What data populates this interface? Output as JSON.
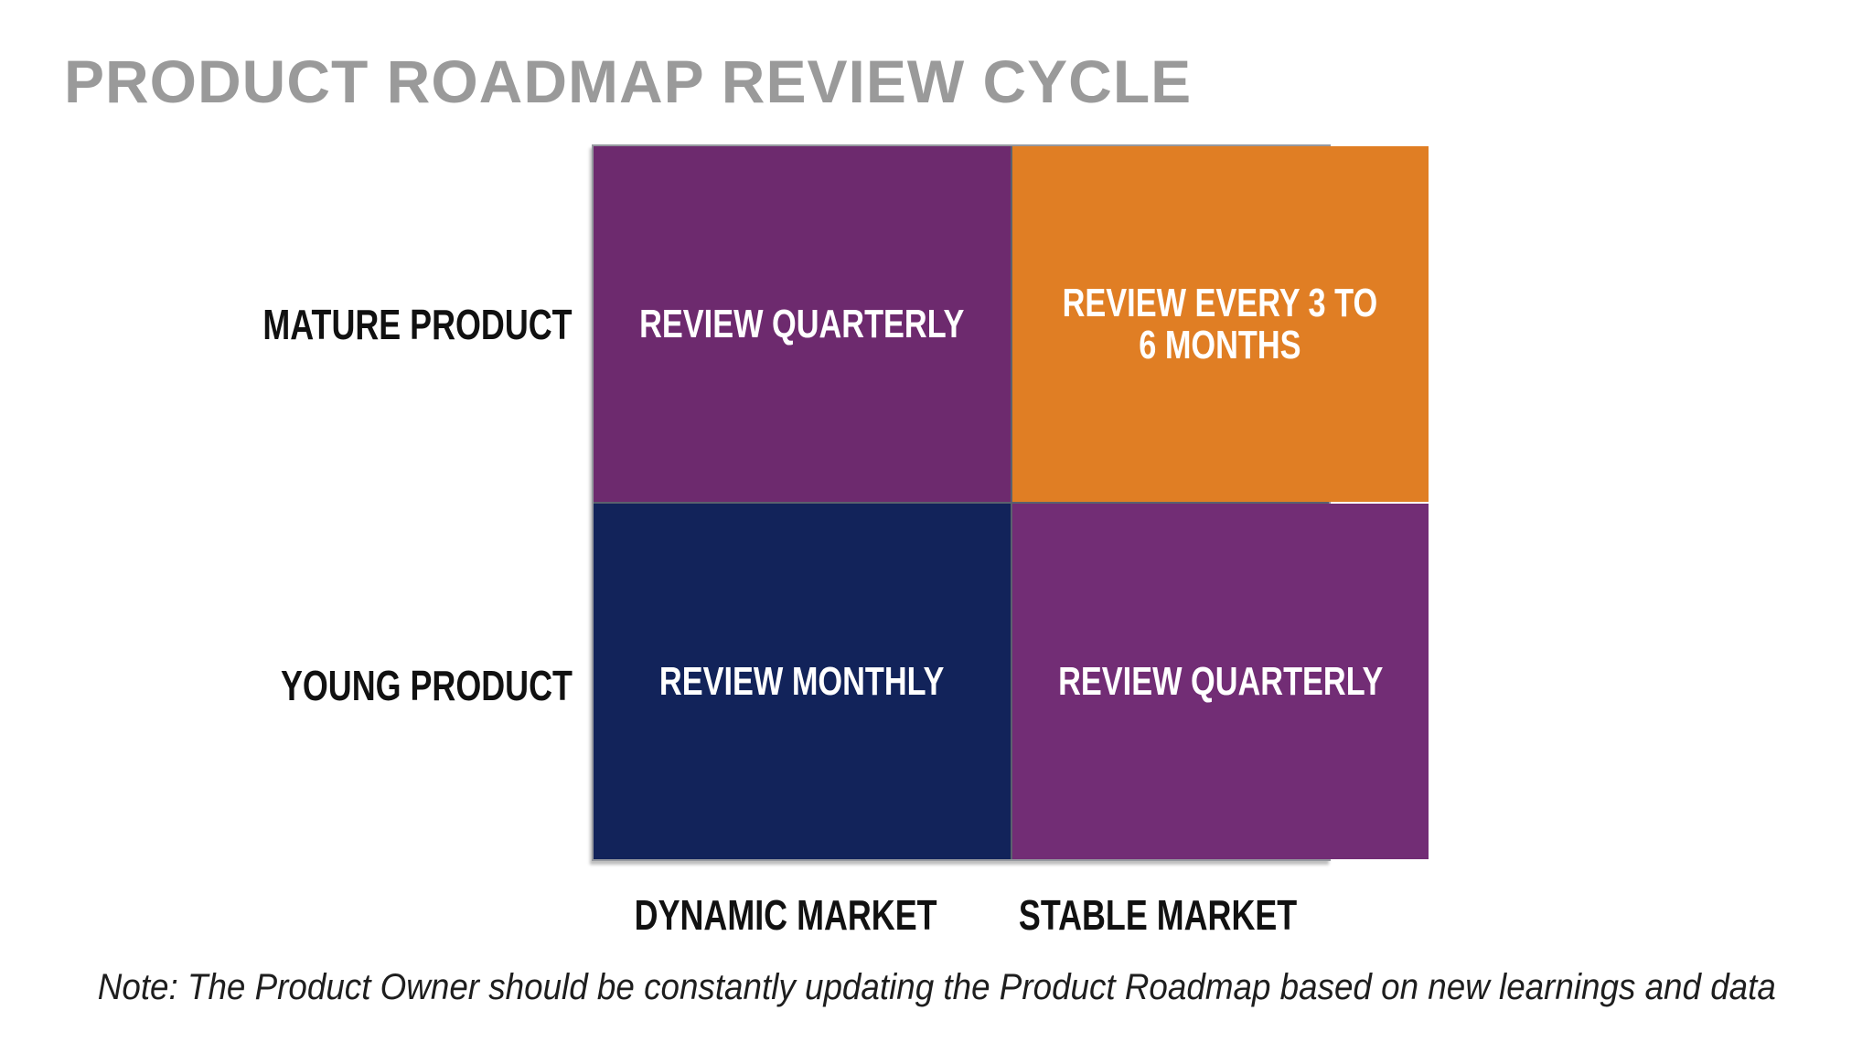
{
  "title": "PRODUCT ROADMAP REVIEW CYCLE",
  "colors": {
    "title_gray": "#9a9a9a",
    "outer_border": "#96999f",
    "divider": "#5b616e",
    "label_text": "#111111",
    "cell_text": "#ffffff",
    "note_text": "#1e1e1e"
  },
  "matrix": {
    "row_labels": [
      {
        "label": "MATURE PRODUCT"
      },
      {
        "label": "YOUNG PRODUCT"
      }
    ],
    "column_labels": [
      {
        "label": "DYNAMIC MARKET"
      },
      {
        "label": "STABLE MARKET"
      }
    ],
    "quadrants": [
      {
        "name": "mature-dynamic-market",
        "color": "#6d2a6e",
        "lines": [
          "REVIEW QUARTERLY",
          ""
        ]
      },
      {
        "name": "mature-stable-market",
        "color": "#e07e24",
        "lines": [
          "REVIEW EVERY 3 TO",
          "6 MONTHS"
        ]
      },
      {
        "name": "young-dynamic-market",
        "color": "#12235a",
        "lines": [
          "REVIEW MONTHLY",
          ""
        ]
      },
      {
        "name": "young-stable-market",
        "color": "#722d75",
        "lines": [
          "REVIEW QUARTERLY",
          ""
        ]
      }
    ]
  },
  "note": "Note: The Product Owner should be constantly updating the Product Roadmap based on new learnings and data"
}
